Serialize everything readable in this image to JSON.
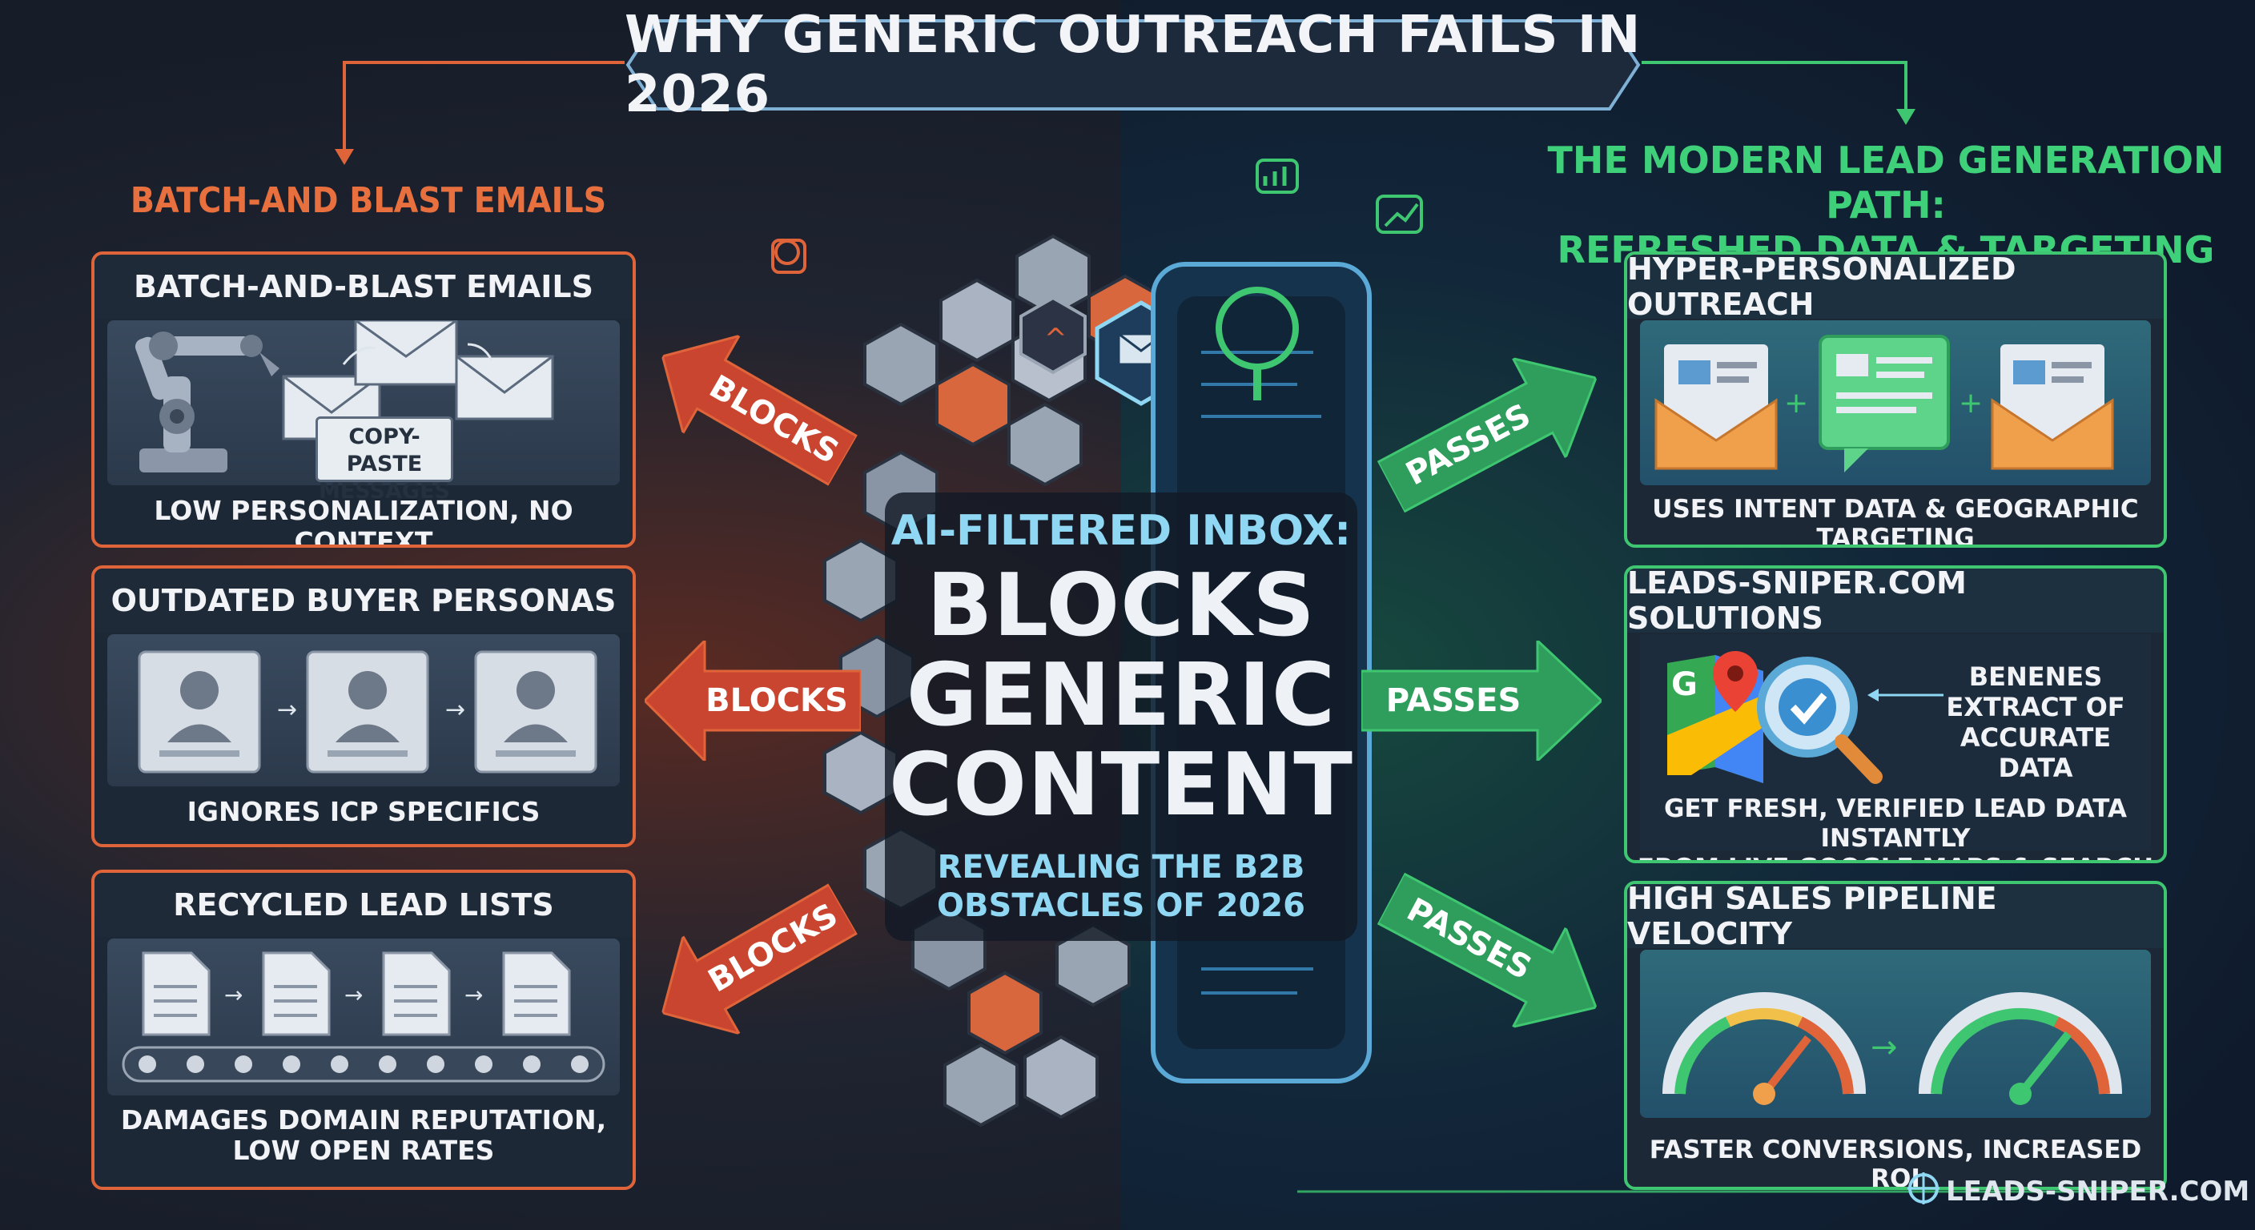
{
  "title": "WHY GENERIC OUTREACH FAILS IN 2026",
  "left_section_heading": "BATCH-AND BLAST EMAILS",
  "right_section_heading_line1": "THE MODERN LEAD GENERATION PATH:",
  "right_section_heading_line2": "REFRESHED DATA & TARGETING",
  "left_panels": [
    {
      "title": "BATCH-AND-BLAST EMAILS",
      "badge": "COPY-PASTE MESSAGES",
      "badge_line1": "COPY-PASTE",
      "badge_line2": "MESSAGES",
      "caption": "LOW PERSONALIZATION, NO CONTEXT"
    },
    {
      "title": "OUTDATED BUYER PERSONAS",
      "caption": "IGNORES ICP SPECIFICS"
    },
    {
      "title": "RECYCLED LEAD LISTS",
      "caption_line1": "DAMAGES DOMAIN REPUTATION,",
      "caption_line2": "LOW OPEN RATES"
    }
  ],
  "right_panels": [
    {
      "title": "HYPER-PERSONALIZED OUTREACH",
      "caption": "USES INTENT DATA & GEOGRAPHIC TARGETING"
    },
    {
      "title": "LEADS-SNIPER.COM SOLUTIONS",
      "callout_line1": "BENENES",
      "callout_line2": "EXTRACT OF",
      "callout_line3": "ACCURATE DATA",
      "caption_line1": "GET FRESH, VERIFIED LEAD DATA INSTANTLY",
      "caption_line2": "FROM LIVE GOOGLE MAPS & SEARCH"
    },
    {
      "title": "HIGH SALES PIPELINE VELOCITY",
      "caption": "FASTER CONVERSIONS, INCREASED ROI"
    }
  ],
  "center": {
    "subtitle": "AI-FILTERED INBOX:",
    "main_line1": "BLOCKS",
    "main_line2": "GENERIC",
    "main_line3": "CONTENT",
    "tagline_line1": "REVEALING THE B2B",
    "tagline_line2": "OBSTACLES OF 2026"
  },
  "arrows": {
    "blocks": [
      "BLOCKS",
      "BLOCKS",
      "BLOCKS"
    ],
    "passes": [
      "PASSES",
      "PASSES",
      "PASSES"
    ]
  },
  "footer_brand": "LEADS-SNIPER.COM",
  "colors": {
    "red": "#e0643a",
    "green": "#3fc671",
    "cyan": "#8fd7f2",
    "navy": "#1d2836"
  }
}
